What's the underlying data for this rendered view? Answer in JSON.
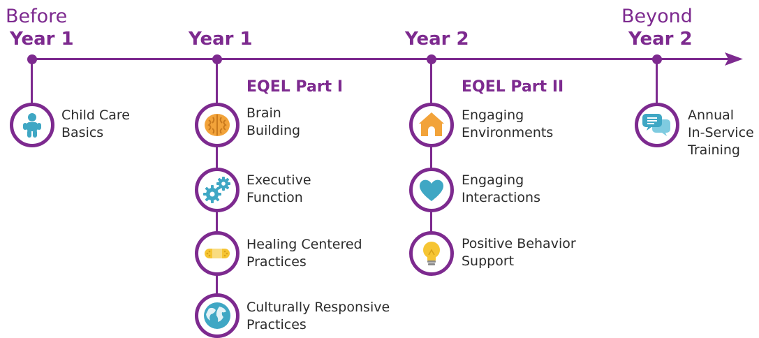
{
  "colors": {
    "accent": "#7d2a8f",
    "teal": "#3fa7c4",
    "orange": "#f2a33a",
    "yellow": "#f6c533"
  },
  "stages": {
    "before": {
      "line1": "Before",
      "line2": "Year 1"
    },
    "year1": {
      "label": "Year 1"
    },
    "year2": {
      "label": "Year 2"
    },
    "beyond": {
      "line1": "Beyond",
      "line2": "Year 2"
    }
  },
  "parts": {
    "part1": "EQEL Part I",
    "part2": "EQEL Part II"
  },
  "items": {
    "child_care": {
      "icon": "child-icon",
      "line1": "Child Care",
      "line2": "Basics"
    },
    "brain": {
      "icon": "brain-icon",
      "line1": "Brain",
      "line2": "Building"
    },
    "executive": {
      "icon": "gears-icon",
      "line1": "Executive",
      "line2": "Function"
    },
    "healing": {
      "icon": "bandage-icon",
      "line1": "Healing Centered",
      "line2": "Practices"
    },
    "cultural": {
      "icon": "globe-icon",
      "line1": "Culturally Responsive",
      "line2": "Practices"
    },
    "environments": {
      "icon": "house-icon",
      "line1": "Engaging",
      "line2": "Environments"
    },
    "interactions": {
      "icon": "heart-icon",
      "line1": "Engaging",
      "line2": "Interactions"
    },
    "behavior": {
      "icon": "lightbulb-icon",
      "line1": "Positive Behavior",
      "line2": "Support"
    },
    "annual": {
      "icon": "chat-bubbles-icon",
      "line1": "Annual",
      "line2": "In-Service",
      "line3": "Training"
    }
  }
}
